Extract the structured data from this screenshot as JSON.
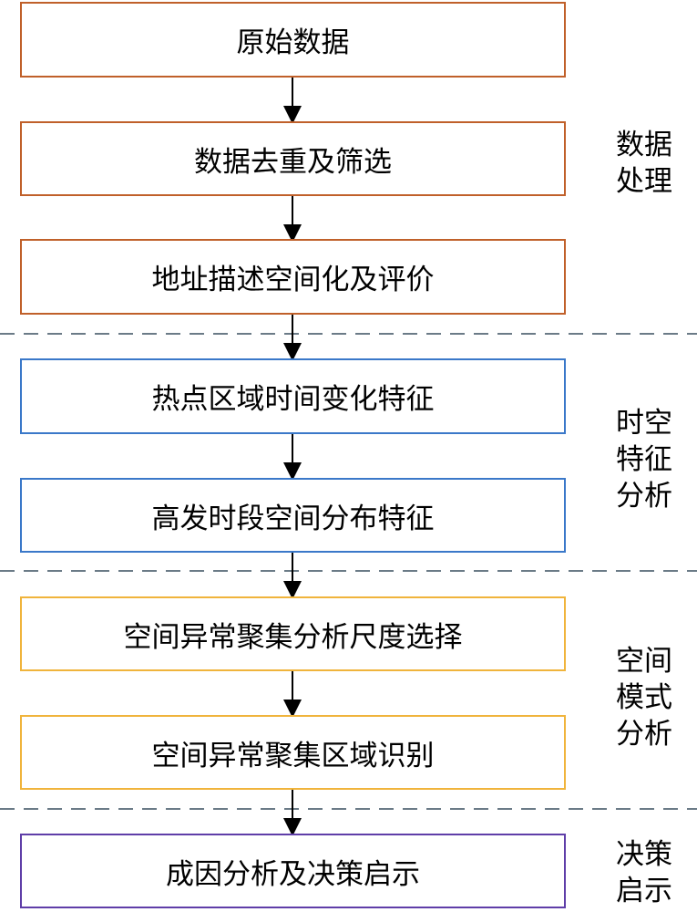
{
  "steps": [
    {
      "label": "原始数据",
      "group": "processing"
    },
    {
      "label": "数据去重及筛选",
      "group": "processing"
    },
    {
      "label": "地址描述空间化及评价",
      "group": "processing"
    },
    {
      "label": "热点区域时间变化特征",
      "group": "spatiotemporal"
    },
    {
      "label": "高发时段空间分布特征",
      "group": "spatiotemporal"
    },
    {
      "label": "空间异常聚集分析尺度选择",
      "group": "spatial"
    },
    {
      "label": "空间异常聚集区域识别",
      "group": "spatial"
    },
    {
      "label": "成因分析及决策启示",
      "group": "decision"
    }
  ],
  "groups": {
    "processing": {
      "line1": "数据",
      "line2": "处理",
      "line3": "",
      "color": "#c0602a"
    },
    "spatiotemporal": {
      "line1": "时空",
      "line2": "特征",
      "line3": "分析",
      "color": "#3a78c9"
    },
    "spatial": {
      "line1": "空间",
      "line2": "模式",
      "line3": "分析",
      "color": "#f0b43c"
    },
    "decision": {
      "line1": "决策",
      "line2": "启示",
      "line3": "",
      "color": "#5f3ea8"
    }
  }
}
